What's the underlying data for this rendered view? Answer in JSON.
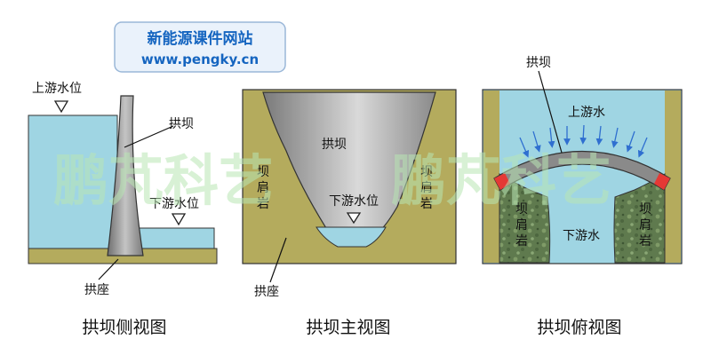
{
  "logo": {
    "line1": "新能源课件网站",
    "line2": "www.pengky.cn"
  },
  "watermark": {
    "left": "鹏芃科艺",
    "right": "鹏芃科艺"
  },
  "side_view": {
    "caption": "拱坝侧视图",
    "upstream_level": "上游水位",
    "downstream_level": "下游水位",
    "dam": "拱坝",
    "base": "拱座"
  },
  "front_view": {
    "caption": "拱坝主视图",
    "dam": "拱坝",
    "shoulder_left": [
      "坝",
      "肩",
      "岩"
    ],
    "shoulder_right": [
      "坝",
      "肩",
      "岩"
    ],
    "downstream_level": "下游水位",
    "base": "拱座"
  },
  "top_view": {
    "caption": "拱坝俯视图",
    "dam": "拱坝",
    "upstream_water": "上游水",
    "downstream_water": "下游水",
    "shoulder_left": [
      "坝",
      "肩",
      "岩"
    ],
    "shoulder_right": [
      "坝",
      "肩",
      "岩"
    ]
  },
  "colors": {
    "water": "#9fd5e3",
    "rock": "#b4ab5d",
    "concrete": "#9a9a9a",
    "arrow": "#2f6fd0",
    "logo_text": "#1565c0",
    "stress": "#e53935"
  }
}
